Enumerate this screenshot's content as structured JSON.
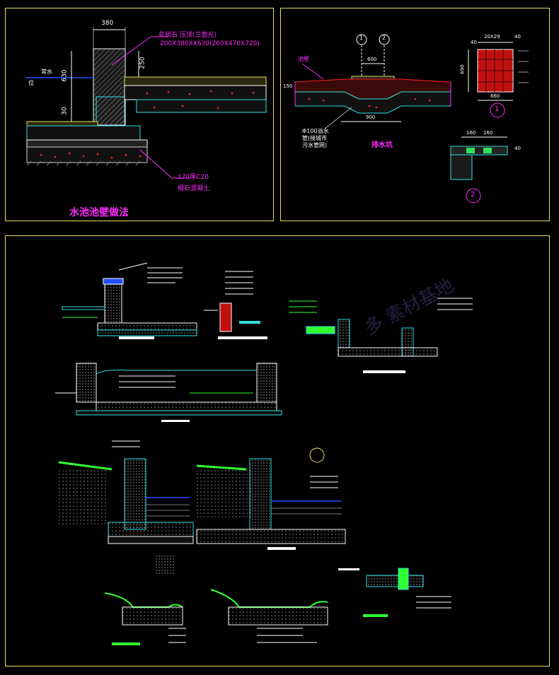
{
  "panel1": {
    "title": "水池池壁做法",
    "dim_top": "380",
    "dim_630": "630",
    "dim_250": "250",
    "dim_30": "30",
    "water_label_1": "常水",
    "water_label_2": "位",
    "stone_label_1": "花岗石 压顶(三面光)",
    "stone_label_2": "200X380XX630(260X470X720)",
    "concrete_label_1": "170厚C20",
    "concrete_label_2": "细石混凝土"
  },
  "panel2": {
    "title": "排水坑",
    "label_edge": "池壁",
    "label_pipe_1": "Φ100溢水",
    "label_pipe_2": "管(接城市",
    "label_pipe_3": "污水管网)",
    "dim_600": "600",
    "dim_900": "900",
    "dim_150": "150",
    "detail1_dim_top": "20X29",
    "detail1_dim_h": "690",
    "detail1_dim_w": "660",
    "detail1_dim_40a": "40",
    "detail1_dim_40b": "40",
    "detail1_marker": "1",
    "detail2_dim_160": "160",
    "detail2_dim_160b": "160",
    "detail2_dim_40": "40",
    "detail2_marker": "2",
    "axis_a": "1",
    "axis_b": "2"
  },
  "watermark": "多 素材基地",
  "colors": {
    "panel_border": "#e8e060",
    "magenta": "#ff2cff",
    "cyan": "#30e0e0",
    "green": "#30ff30",
    "red": "#ff2020",
    "white": "#ffffff",
    "blue": "#2050ff",
    "yellow": "#ffff40"
  }
}
